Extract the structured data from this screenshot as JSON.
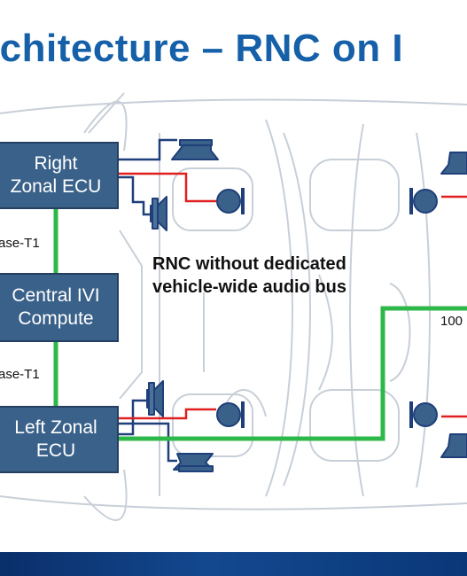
{
  "colors": {
    "title": "#1560a8",
    "box_fill": "#3a6189",
    "box_border": "#243f60",
    "ethernet_line": "#2eb84a",
    "audio_line": "#e02020",
    "control_line": "#1f3f7a",
    "car_outline": "#c8cfd8"
  },
  "title": "rchitecture – RNC on I",
  "nodes": {
    "right_ecu": {
      "line1": "Right",
      "line2": "Zonal ECU"
    },
    "central": {
      "line1": "Central IVI",
      "line2": "Compute"
    },
    "left_ecu": {
      "line1": "Left Zonal",
      "line2": "ECU"
    }
  },
  "links": {
    "upper": "ase-T1",
    "lower": "ase-T1",
    "right": "100"
  },
  "annotation": {
    "line1": "RNC without dedicated",
    "line2": "vehicle-wide audio bus"
  },
  "icons": [
    "speaker-icon",
    "microphone-icon",
    "car-outline"
  ]
}
